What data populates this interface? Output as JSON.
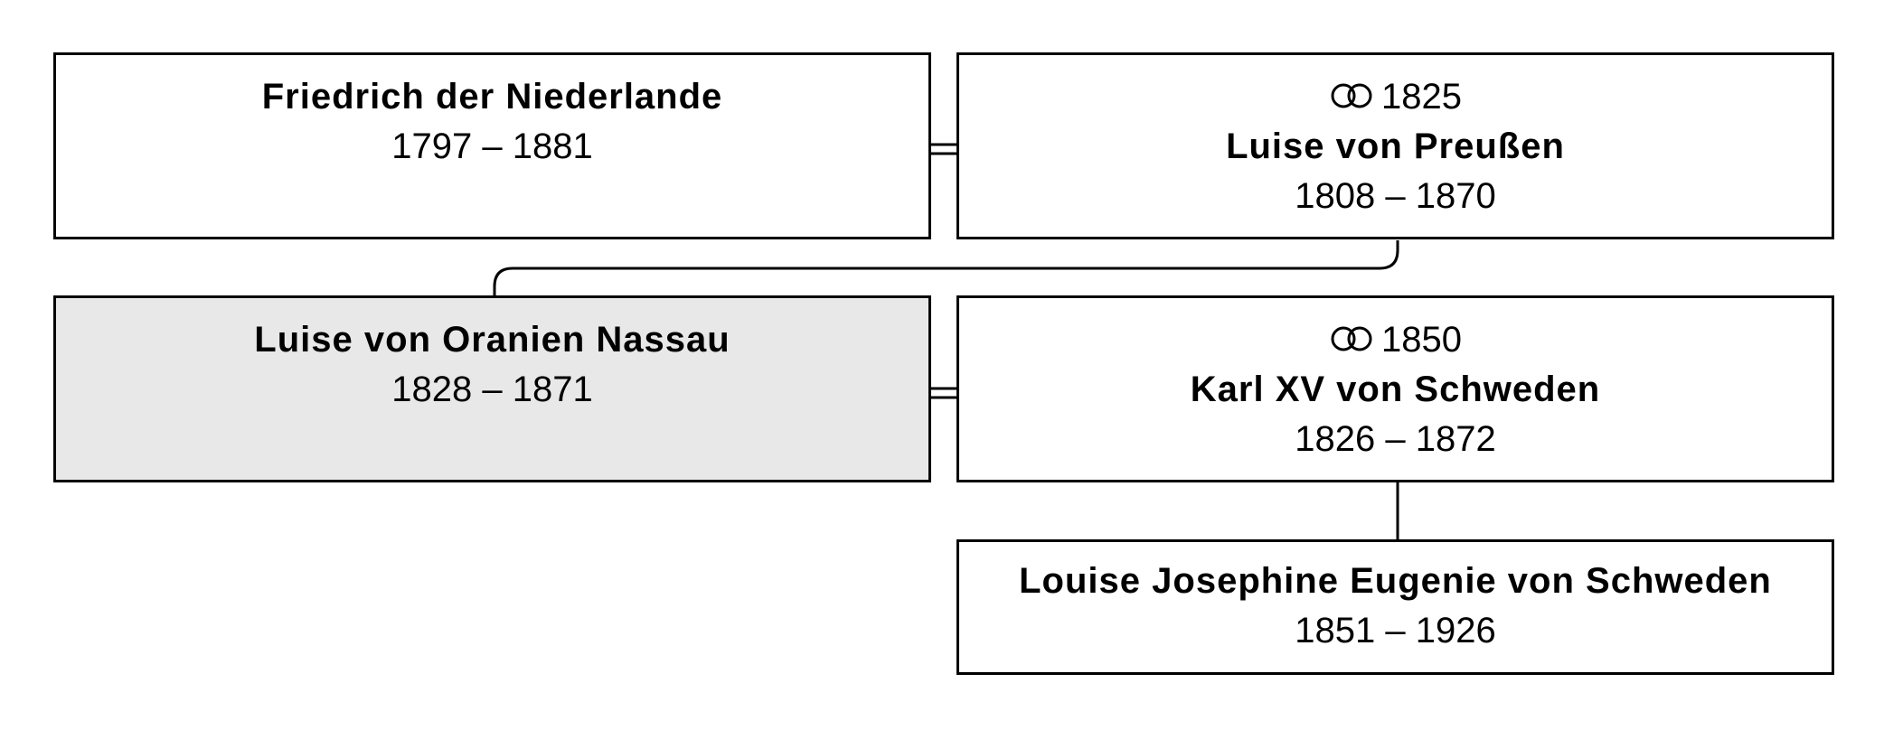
{
  "persons": [
    {
      "id": "friedrich",
      "name": "Friedrich der Niederlande",
      "dates": "1797 – 1881"
    },
    {
      "id": "luise-preussen",
      "marriage_year": "1825",
      "name": "Luise von Preußen",
      "dates": "1808 – 1870"
    },
    {
      "id": "luise-oranien",
      "name": "Luise von Oranien Nassau",
      "dates": "1828 – 1871",
      "highlighted": true
    },
    {
      "id": "karl-xv",
      "marriage_year": "1850",
      "name": "Karl XV von Schweden",
      "dates": "1826 – 1872"
    },
    {
      "id": "louise-josephine",
      "name": "Louise Josephine Eugenie von Schweden",
      "dates": "1851 – 1926"
    }
  ],
  "marriage_icon": "wedding-rings-icon",
  "colors": {
    "border": "#000000",
    "highlight_fill": "#e8e8e8",
    "background": "#ffffff"
  }
}
